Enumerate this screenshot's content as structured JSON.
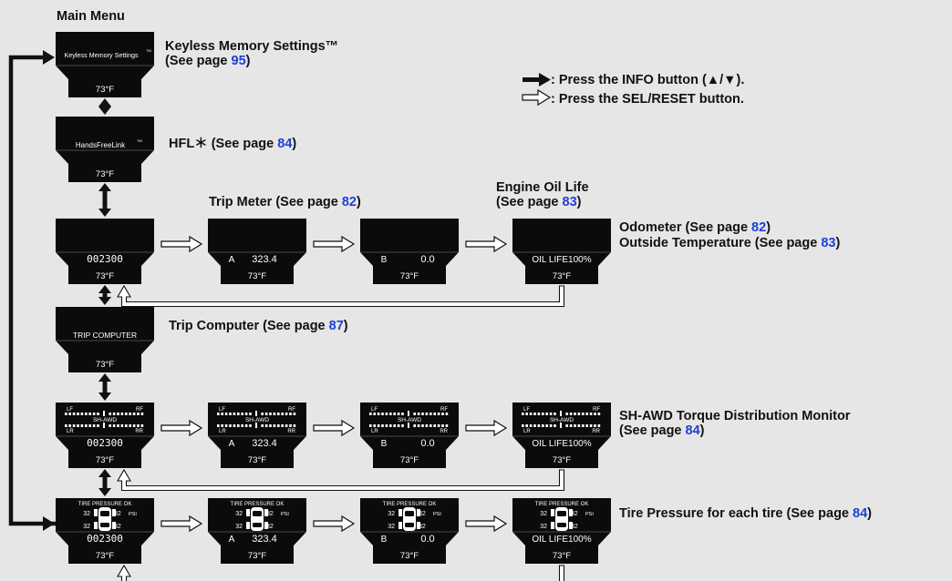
{
  "main_menu_label": "Main Menu",
  "legend": {
    "info": ": Press the INFO button (▲/▼).",
    "sel": ": Press the SEL/RESET button."
  },
  "captions": {
    "keyless_title": "Keyless Memory Settings™",
    "keyless_ref": "(See page ",
    "keyless_page": "95",
    "keyless_close": ")",
    "hfl": "HFL＊ (See page ",
    "hfl_page": "84",
    "hfl_close": ")",
    "trip_meter": "Trip Meter (See page ",
    "trip_meter_page": "82",
    "trip_meter_close": ")",
    "oil_title": "Engine Oil Life",
    "oil_ref": "(See page ",
    "oil_page": "83",
    "oil_close": ")",
    "odometer": "Odometer (See page ",
    "odometer_page": "82",
    "odometer_close": ")",
    "outside_temp": "Outside Temperature (See page ",
    "outside_temp_page": "83",
    "outside_temp_close": ")",
    "trip_computer": "Trip Computer (See page ",
    "trip_computer_page": "87",
    "trip_computer_close": ")",
    "sh_awd_title": "SH-AWD Torque Distribution Monitor",
    "sh_awd_ref": "(See page ",
    "sh_awd_page": "84",
    "sh_awd_close": ")",
    "tire": "Tire Pressure for each tire (See page ",
    "tire_page": "84",
    "tire_close": ")"
  },
  "screens": {
    "temperature": "73°F",
    "keyless": "Keyless Memory Settings",
    "keyless_tm": "TM",
    "hfl": "HandsFreeLink",
    "hfl_tm": "TM",
    "trip_computer": "TRIP COMPUTER",
    "odometer": "002300",
    "trip_a_label": "A",
    "trip_a": "323.4",
    "trip_b_label": "B",
    "trip_b": "0.0",
    "oil_life": "OIL LIFE100%",
    "awd_lf": "LF",
    "awd_rf": "RF",
    "awd_lr": "LR",
    "awd_rr": "RR",
    "awd_label": "SH-AWD",
    "tire_status": "TIRE PRESSURE OK",
    "tire_value": "32",
    "tire_unit": "PSI"
  }
}
